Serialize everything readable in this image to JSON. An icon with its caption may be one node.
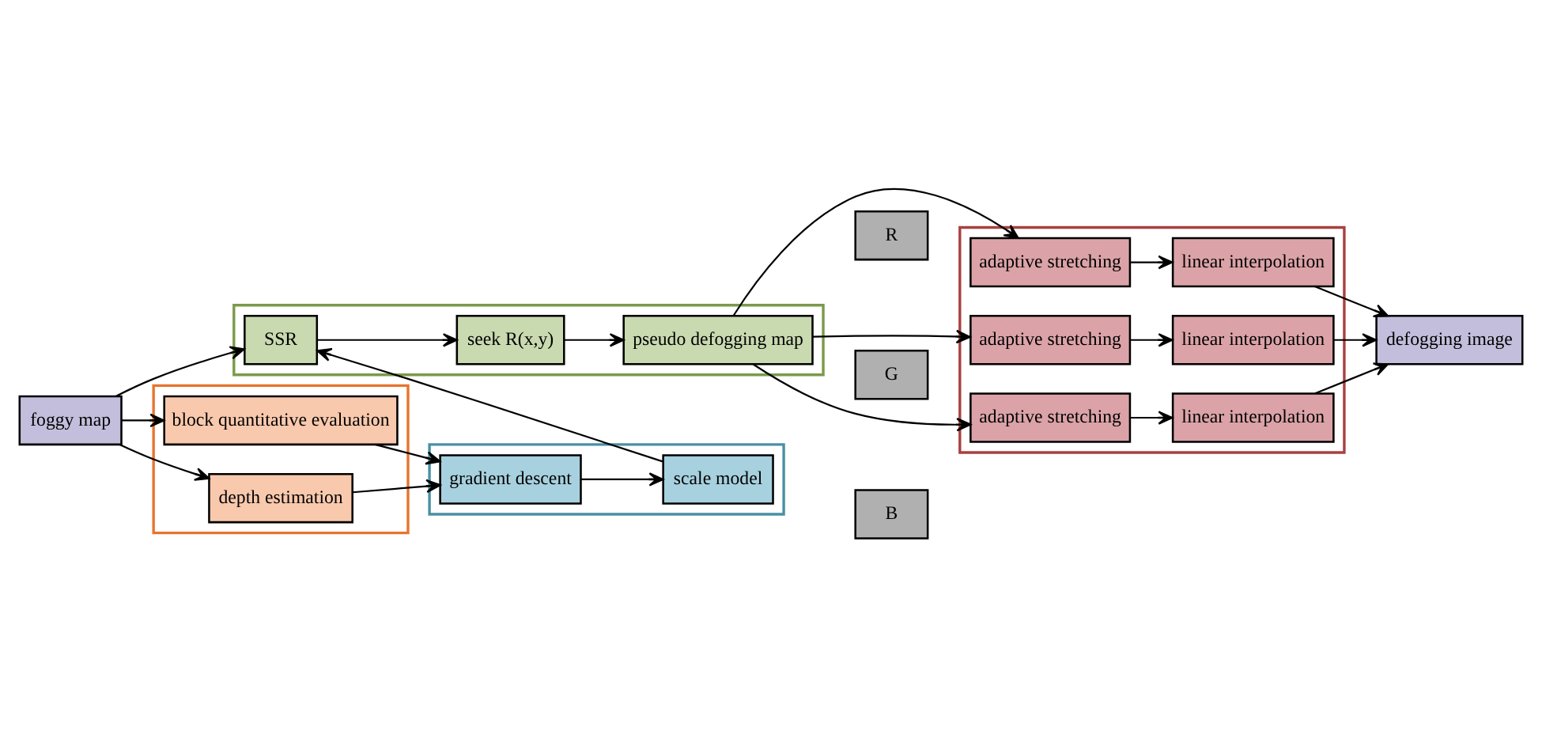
{
  "diagram": {
    "nodes": [
      {
        "text": [],
        "shape": "box"
      },
      {
        "text": [
          "depth estimation"
        ],
        "in": 0
      },
      {
        "text": [
          "block quantitative evaluation"
        ],
        "in": 0
      },
      {
        "text": [],
        "shape": "box"
      },
      {
        "text": [
          "gradient descent"
        ],
        "in": 3
      },
      {
        "text": [
          "scale model"
        ],
        "in": 3
      },
      {
        "text": [
          "foggy map"
        ]
      },
      {
        "text": [],
        "shape": "box"
      },
      {
        "text": [
          "SSR"
        ],
        "in": 7
      },
      {
        "text": [
          "seek R(x,y)"
        ],
        "in": 7
      },
      {
        "text": [
          "pseudo defogging map"
        ],
        "in": 7
      },
      {
        "text": [],
        "shape": "box"
      },
      {
        "text": [
          "R"
        ]
      },
      {
        "text": [
          "G"
        ]
      },
      {
        "text": [
          "B"
        ]
      },
      {
        "text": [
          "adaptive stretching"
        ],
        "in": 11
      },
      {
        "text": [
          "linear interpolation"
        ],
        "in": 11
      },
      {
        "text": [
          "adaptive stretching"
        ],
        "in": 11
      },
      {
        "text": [
          "linear interpolation"
        ],
        "in": 11
      },
      {
        "text": [
          "adaptive stretching"
        ],
        "in": 11
      },
      {
        "text": [
          "linear interpolation"
        ],
        "in": 11
      },
      {
        "text": [
          "defogging image"
        ]
      }
    ],
    "edges": [
      {
        "from": 6,
        "to": 1,
        "arrow": "to"
      },
      {
        "from": 6,
        "to": 2,
        "arrow": "to"
      },
      {
        "from": 1,
        "to": 4,
        "arrow": "to"
      },
      {
        "from": 2,
        "to": 4,
        "arrow": "to"
      },
      {
        "from": 4,
        "to": 5,
        "arrow": "to"
      },
      {
        "from": 5,
        "to": 8,
        "arrow": "to"
      },
      {
        "from": 6,
        "to": 8,
        "arrow": "to"
      },
      {
        "from": 8,
        "to": 9,
        "arrow": "to"
      },
      {
        "from": 9,
        "to": 10,
        "arrow": "to"
      },
      {
        "from": 10,
        "to": 15,
        "arrow": "to"
      },
      {
        "from": 10,
        "to": 17,
        "arrow": "to"
      },
      {
        "from": 10,
        "to": 19,
        "arrow": "to"
      },
      {
        "from": 15,
        "to": 16,
        "arrow": "to"
      },
      {
        "from": 17,
        "to": 18,
        "arrow": "to"
      },
      {
        "from": 19,
        "to": 20,
        "arrow": "to"
      },
      {
        "from": 16,
        "to": 21,
        "arrow": "to"
      },
      {
        "from": 18,
        "to": 21,
        "arrow": "to"
      },
      {
        "from": 20,
        "to": 21,
        "arrow": "to"
      }
    ]
  }
}
